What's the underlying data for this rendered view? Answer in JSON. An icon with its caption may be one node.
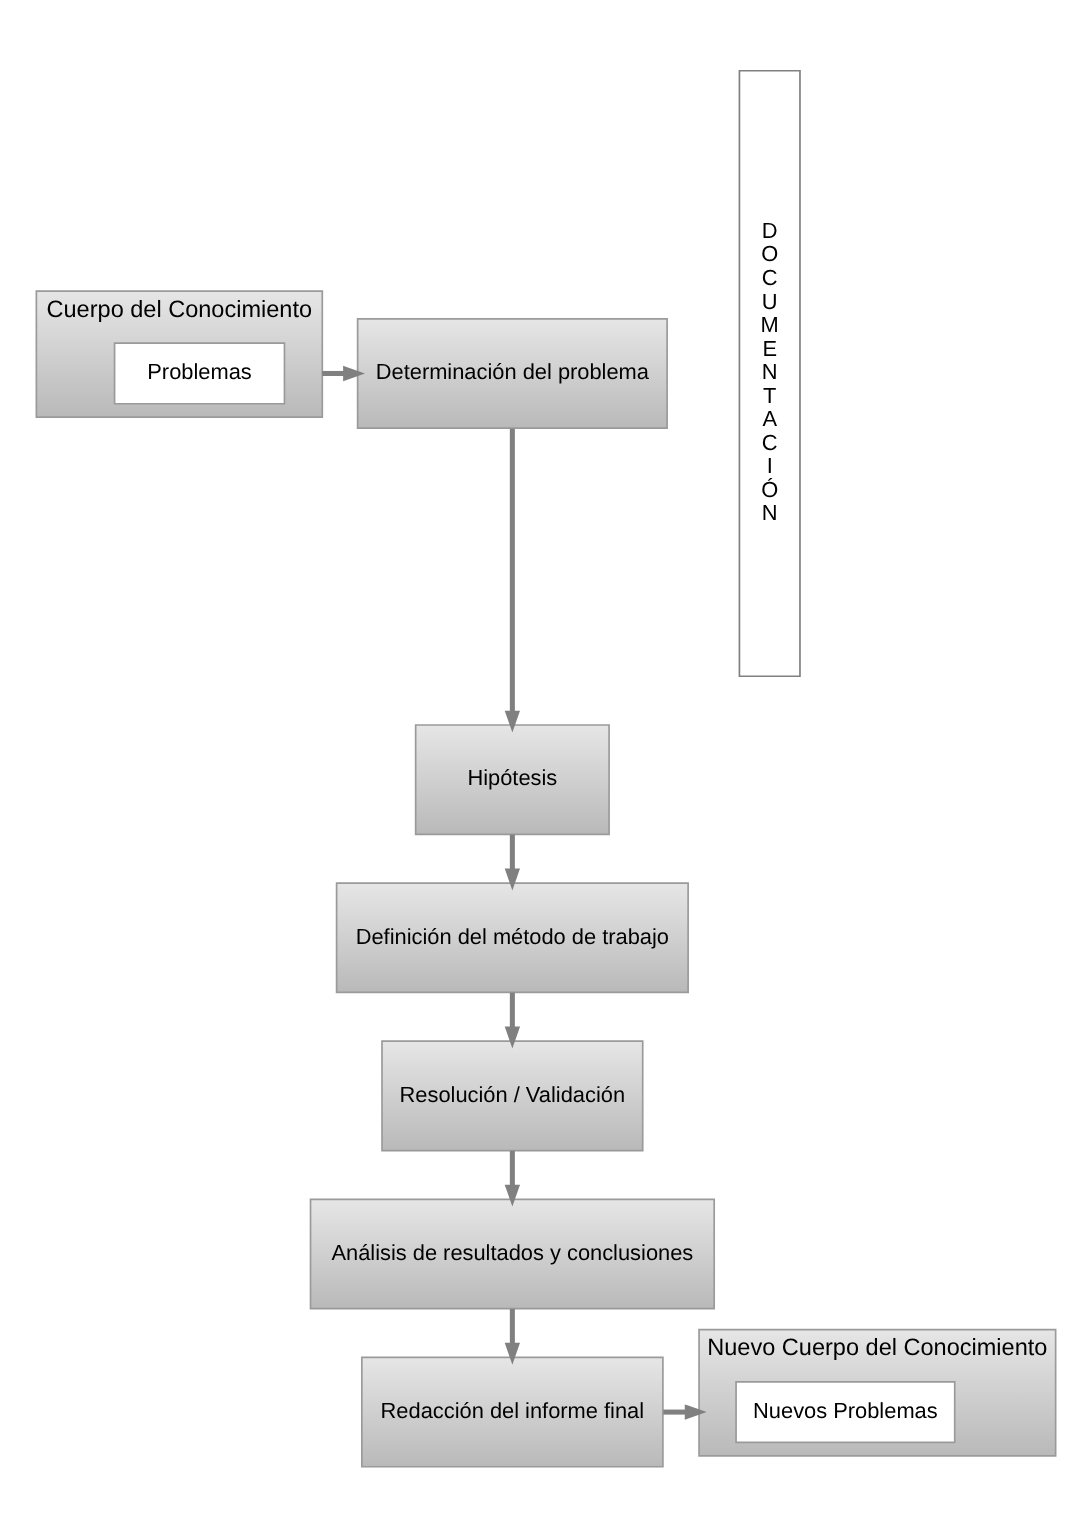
{
  "diagram": {
    "nodes": [
      {
        "text": [
          "Cuerpo del Conocimiento"
        ]
      },
      {
        "text": [
          "Problemas"
        ],
        "in": 0
      },
      {
        "text": [
          "Determinación del problema"
        ]
      },
      {
        "text": [
          "Hipótesis"
        ]
      },
      {
        "text": [
          "Definición del método de trabajo"
        ]
      },
      {
        "text": [
          "Resolución / Validación"
        ]
      },
      {
        "text": [
          "Análisis de resultados y conclusiones"
        ]
      },
      {
        "text": [
          "Redacción del informe final"
        ]
      },
      {
        "text": [
          "Nuevo Cuerpo del Conocimiento"
        ]
      },
      {
        "text": [
          "Nuevos Problemas"
        ],
        "in": 8
      },
      {
        "text": [
          "D O C U M E N T A C I Ó N"
        ]
      }
    ],
    "edges": [
      {
        "from": 0,
        "to": 2,
        "arrow": "to"
      },
      {
        "from": 2,
        "to": 3,
        "arrow": "to"
      },
      {
        "from": 3,
        "to": 4,
        "arrow": "to"
      },
      {
        "from": 4,
        "to": 5,
        "arrow": "to"
      },
      {
        "from": 5,
        "to": 6,
        "arrow": "to"
      },
      {
        "from": 6,
        "to": 7,
        "arrow": "to"
      },
      {
        "from": 7,
        "to": 8,
        "arrow": "to"
      }
    ]
  }
}
